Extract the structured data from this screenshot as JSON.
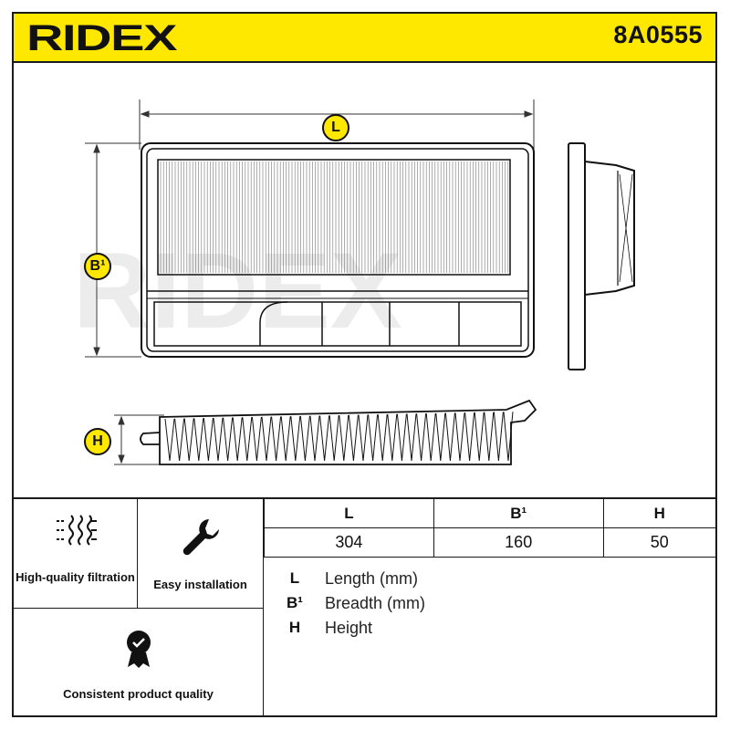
{
  "header": {
    "brand": "RIDEX",
    "part_number": "8A0555"
  },
  "drawing": {
    "label_L": "L",
    "label_B": "B¹",
    "label_H": "H",
    "watermark": "RIDEX"
  },
  "features": [
    {
      "icon": "filtration-icon",
      "label": "High-quality filtration"
    },
    {
      "icon": "wrench-icon",
      "label": "Easy installation"
    },
    {
      "icon": "quality-badge-icon",
      "label": "Consistent product quality"
    }
  ],
  "dimensions": {
    "headers": [
      "L",
      "B¹",
      "H"
    ],
    "values": [
      "304",
      "160",
      "50"
    ]
  },
  "legend": [
    {
      "key": "L",
      "text": "Length (mm)"
    },
    {
      "key": "B¹",
      "text": "Breadth (mm)"
    },
    {
      "key": "H",
      "text": "Height"
    }
  ],
  "colors": {
    "accent": "#ffe800",
    "line": "#1a1a1a"
  }
}
